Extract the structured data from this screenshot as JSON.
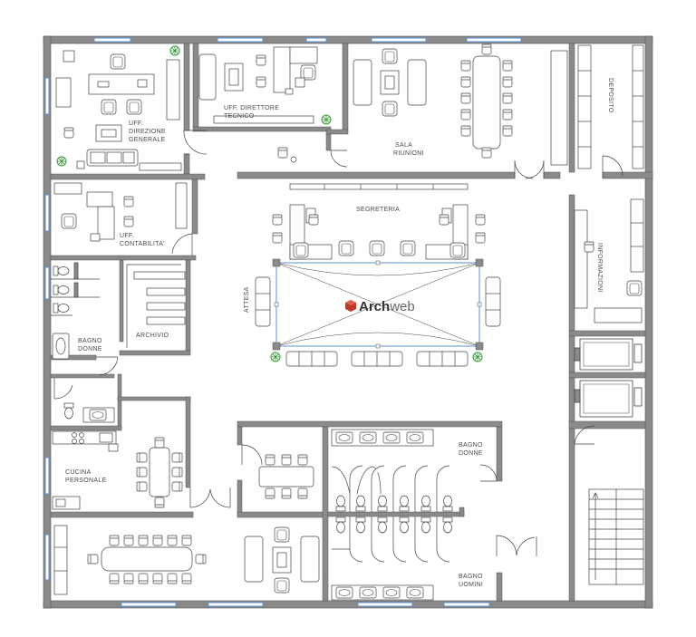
{
  "labels": {
    "uff_direzione": [
      "UFF.",
      "DIREZIONE",
      "GENERALE"
    ],
    "uff_direttore": [
      "UFF. DIRETTORE",
      "TECNICO"
    ],
    "sala_riunioni": [
      "SALA",
      "RIUNIONI"
    ],
    "deposito": "DEPOSITO",
    "segreteria": "SEGRETERIA",
    "uff_contabilita": [
      "UFF.",
      "CONTABILITA'"
    ],
    "informazioni": "INFORMAZIONI",
    "attesa": "ATTESA",
    "archivio": "ARCHIVIO",
    "bagno_donne_left": [
      "BAGNO",
      "DONNE"
    ],
    "cucina": [
      "CUCINA",
      "PERSONALE"
    ],
    "bagno_donne_right": [
      "BAGNO",
      "DONNE"
    ],
    "bagno_uomini": [
      "BAGNO",
      "UOMINI"
    ]
  },
  "brand": {
    "name_bold": "Arch",
    "name_light": "web",
    "logo_color": "#c0392b"
  },
  "colors": {
    "wall": "#8a8a8a",
    "wall_edge": "#555555",
    "window": "#5b8fd6",
    "plant": "#3a9a3a",
    "line": "#444444"
  }
}
